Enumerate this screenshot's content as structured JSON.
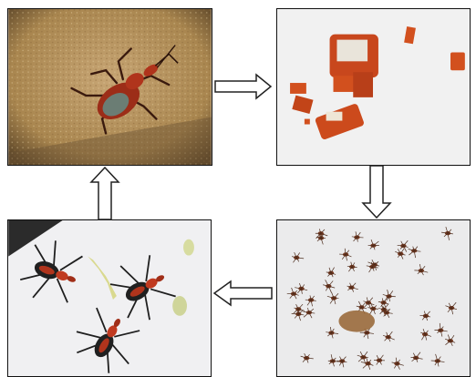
{
  "figure": {
    "panels": [
      {
        "id": "adult-on-soil",
        "stage": "adult"
      },
      {
        "id": "egg-clusters",
        "stage": "eggs"
      },
      {
        "id": "nymphs-hatching",
        "stage": "nymphs"
      },
      {
        "id": "young-adults-feeding",
        "stage": "young adults"
      }
    ],
    "arrows": [
      "right",
      "down",
      "left",
      "up"
    ],
    "colors": {
      "soil": "#b89565",
      "bug_red": "#b0341c",
      "egg_orange": "#d2501e",
      "paper": "#f1f1f1",
      "arrow_stroke": "#222222"
    }
  }
}
